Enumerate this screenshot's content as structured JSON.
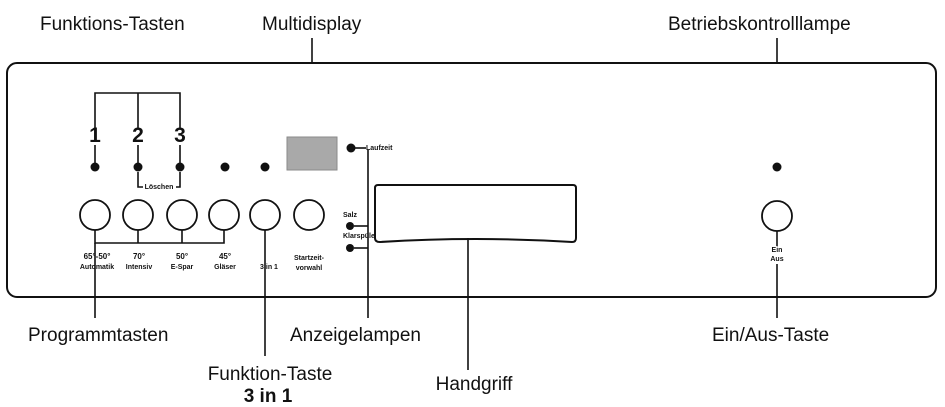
{
  "labels": {
    "funktions_tasten": "Funktions-Tasten",
    "multidisplay": "Multidisplay",
    "betriebskontrolllampe": "Betriebskontrolllampe",
    "programmtasten": "Programmtasten",
    "funktion_taste_line1": "Funktion-Taste",
    "funktion_taste_line2": "3 in 1",
    "anzeigelampen": "Anzeigelampen",
    "handgriff": "Handgriff",
    "ein_aus_taste": "Ein/Aus-Taste"
  },
  "function_numbers": [
    "1",
    "2",
    "3"
  ],
  "loeschen": "Löschen",
  "indicators": {
    "laufzeit": "Laufzeit",
    "salz": "Salz",
    "klarspueler": "Klarspüler"
  },
  "buttons": [
    {
      "line1": "65°-50°",
      "line2": "Automatik"
    },
    {
      "line1": "70°",
      "line2": "Intensiv"
    },
    {
      "line1": "50°",
      "line2": "E-Spar"
    },
    {
      "line1": "45°",
      "line2": "Gläser"
    },
    {
      "line1": "",
      "line2": "3 in 1"
    },
    {
      "line1": "Startzeit-",
      "line2": "vorwahl"
    }
  ],
  "power_button": {
    "line1": "Ein",
    "line2": "Aus"
  },
  "colors": {
    "ink": "#111111",
    "display": "#a9a9a9",
    "background": "#ffffff"
  }
}
